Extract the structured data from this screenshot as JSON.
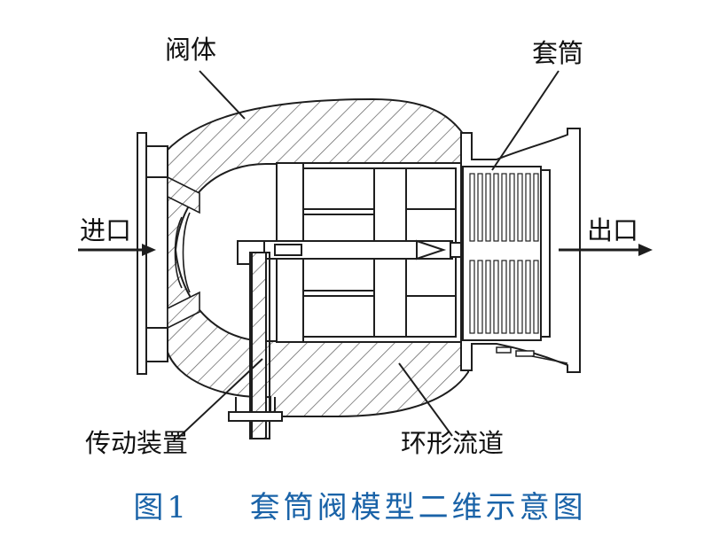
{
  "labels": {
    "valve_body": "阀体",
    "sleeve": "套筒",
    "inlet": "进口",
    "outlet": "出口",
    "actuator": "传动装置",
    "annular_channel": "环形流道"
  },
  "caption": {
    "number": "图1",
    "title": "套筒阀模型二维示意图",
    "color": "#1a63a8"
  },
  "colors": {
    "line": "#1e1e1e",
    "hatch": "#555555",
    "fill": "#ffffff"
  }
}
